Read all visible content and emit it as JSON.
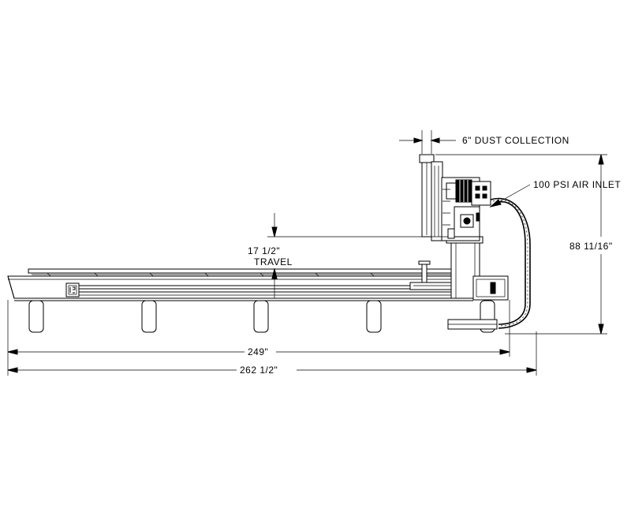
{
  "dimensions": {
    "dust_collection": "6\" DUST COLLECTION",
    "air_inlet": "100 PSI AIR INLET",
    "height": "88 11/16\"",
    "travel_value": "17 1/2\"",
    "travel_label": "TRAVEL",
    "length_inner": "249\"",
    "length_overall": "262 1/2\""
  }
}
